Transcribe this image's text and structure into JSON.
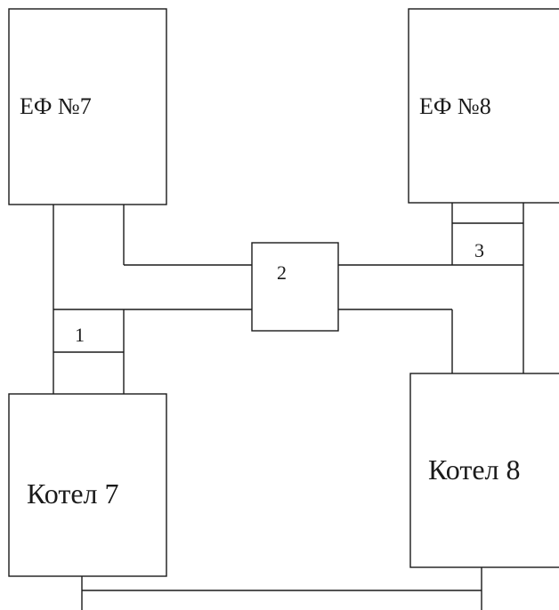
{
  "diagram": {
    "blocks": {
      "ef7": {
        "label": "ЕФ №7"
      },
      "ef8": {
        "label": "ЕФ №8"
      },
      "boiler7": {
        "label": "Котел 7"
      },
      "boiler8": {
        "label": "Котел 8"
      },
      "node2": {
        "label": "2"
      },
      "node1": {
        "label": "1"
      },
      "node3": {
        "label": "3"
      }
    },
    "colors": {
      "line": "#1a1a1a",
      "background": "#ffffff"
    }
  }
}
